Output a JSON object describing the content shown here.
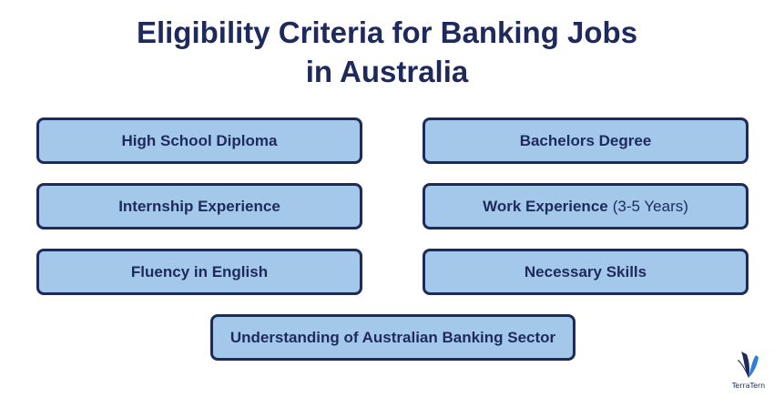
{
  "title": {
    "line1": "Eligibility Criteria for Banking Jobs",
    "line2": "in Australia"
  },
  "criteria": [
    {
      "label": "High School Diploma",
      "extra": ""
    },
    {
      "label": "Bachelors Degree",
      "extra": ""
    },
    {
      "label": "Internship Experience",
      "extra": ""
    },
    {
      "label": "Work Experience",
      "extra": "(3-5 Years)"
    },
    {
      "label": "Fluency in English",
      "extra": ""
    },
    {
      "label": "Necessary Skills",
      "extra": ""
    },
    {
      "label": "Understanding of Australian Banking Sector",
      "extra": ""
    }
  ],
  "logo": {
    "text": "TerraTern",
    "icon": "terratern-logo-icon"
  },
  "colors": {
    "title": "#1f2a5c",
    "card_fill": "#a4c8ea",
    "card_border": "#1f2a5c"
  }
}
